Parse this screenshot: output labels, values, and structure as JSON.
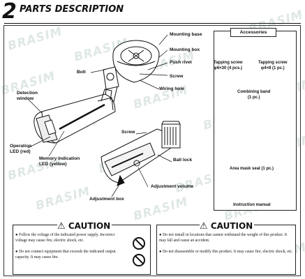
{
  "title": {
    "number": "2",
    "text": "PARTS DESCRIPTION"
  },
  "watermark": "BRASIM",
  "labels": {
    "mounting_base": "Mounting base",
    "mounting_box": "Mounting box",
    "bolt": "Bolt",
    "push_rivet": "Push rivet",
    "screw_top": "Screw",
    "wiring_hole": "Wiring hole",
    "detection_window": "Detection\nwindow",
    "operation_led": "Operation\nLED (red)",
    "memory_led": "Memory indication\nLED (yellow)",
    "screw_bottom": "Screw",
    "ball_lock": "Ball lock",
    "adjustment_volume": "Adjustment volume",
    "adjustment_box": "Adjustment box"
  },
  "accessories": {
    "title": "Accessories",
    "tapping_screw_4": "Tapping screw\nφ6×30 (4 pcs.)",
    "tapping_screw_1": "Tapping screw\nφ4×8 (1 pc.)",
    "combining_band": "Combining band\n(1 pc.)",
    "area_mask_seal": "Area mask seal (1 pc.)",
    "instruction_manual": "Instruction manual"
  },
  "caution_left": {
    "heading": "CAUTION",
    "items": [
      "Follow the voltage of the indicated power supply. Incorrect voltage may cause fire, electric shock, etc.",
      "Do not connect equipment that exceeds the indicated output capacity. It may cause fire."
    ]
  },
  "caution_right": {
    "heading": "CAUTION",
    "items": [
      "Do not install in locations that cannot withstand the weight of this product. It may fall and cause an accident.",
      "Do not disassemble or modify this product. It may cause fire, electric shock, etc."
    ]
  },
  "icons": {
    "warning": "warning-triangle-icon",
    "prohibited": "prohibited-icon"
  }
}
